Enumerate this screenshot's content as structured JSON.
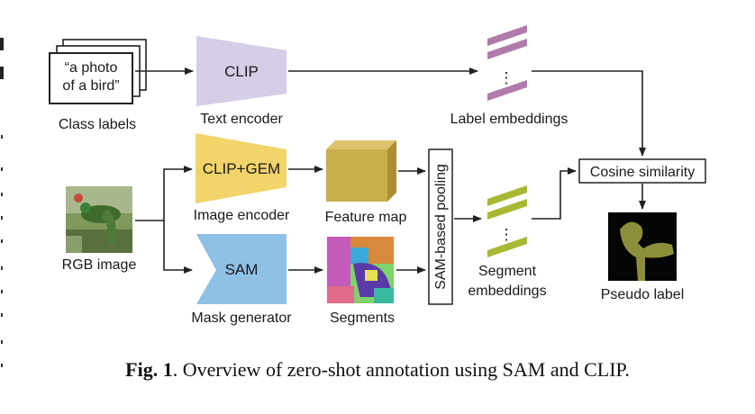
{
  "diagram": {
    "quote_line1": "“a photo",
    "quote_line2": "of a bird”",
    "class_labels": "Class labels",
    "clip": "CLIP",
    "text_encoder": "Text encoder",
    "label_embeddings": "Label embeddings",
    "clip_gem": "CLIP+GEM",
    "image_encoder": "Image encoder",
    "feature_map": "Feature map",
    "sam_pooling": "SAM-based pooling",
    "segment_embeddings_line1": "Segment",
    "segment_embeddings_line2": "embeddings",
    "cosine_similarity": "Cosine similarity",
    "pseudo_label": "Pseudo label",
    "rgb_image": "RGB image",
    "sam": "SAM",
    "mask_generator": "Mask generator",
    "segments": "Segments",
    "dots": "⋮"
  },
  "caption": {
    "label": "Fig. 1",
    "text": ". Overview of zero-shot annotation using SAM and CLIP."
  },
  "colors": {
    "clip_fill": "#d6cde6",
    "clip_gem_fill": "#f2d46a",
    "sam_fill": "#8fc0e6",
    "feature_front": "#c9ad4a",
    "feature_top": "#ddc46a",
    "feature_side": "#a98f32",
    "label_emb": "#b07aaa",
    "segment_emb": "#a8b832"
  }
}
